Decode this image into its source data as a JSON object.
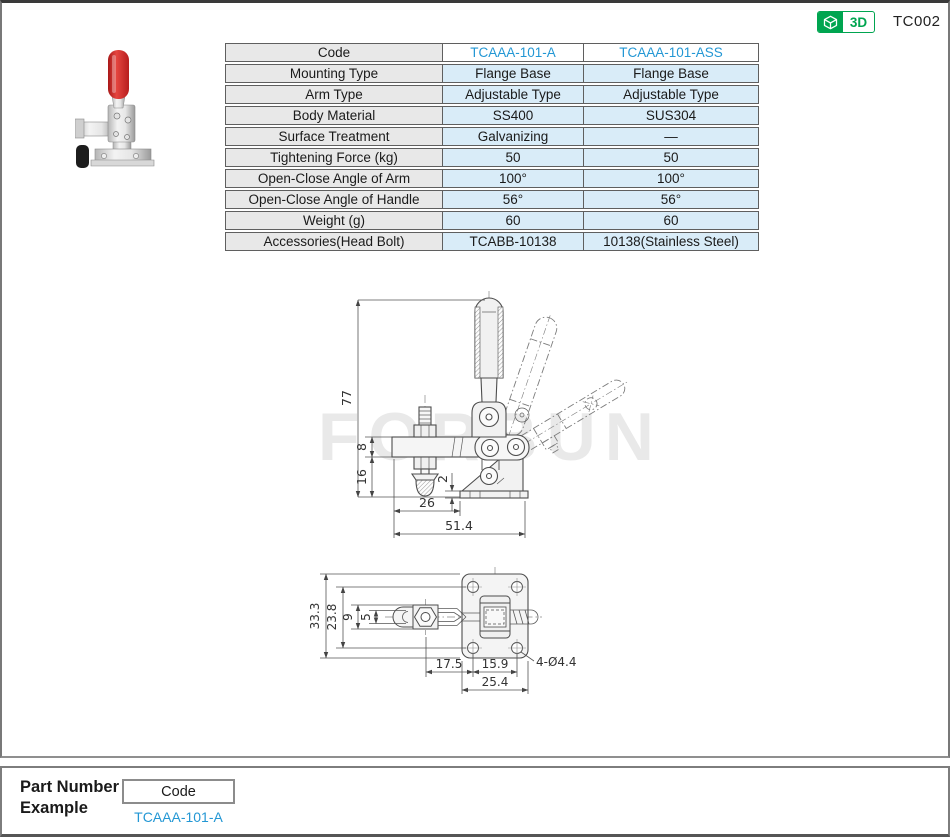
{
  "header": {
    "badge_3d": {
      "label": "3D"
    },
    "catalog_code": "TC002"
  },
  "spec_table": {
    "rows": [
      {
        "label": "Code",
        "v1": "TCAAA-101-A",
        "v2": "TCAAA-101-ASS"
      },
      {
        "label": "Mounting Type",
        "v1": "Flange Base",
        "v2": "Flange Base"
      },
      {
        "label": "Arm Type",
        "v1": "Adjustable Type",
        "v2": "Adjustable Type"
      },
      {
        "label": "Body Material",
        "v1": "SS400",
        "v2": "SUS304"
      },
      {
        "label": "Surface Treatment",
        "v1": "Galvanizing",
        "v2": "—"
      },
      {
        "label": "Tightening Force (kg)",
        "v1": "50",
        "v2": "50"
      },
      {
        "label": "Open-Close Angle of Arm",
        "v1": "100°",
        "v2": "100°"
      },
      {
        "label": "Open-Close  Angle of Handle",
        "v1": "56°",
        "v2": "56°"
      },
      {
        "label": "Weight (g)",
        "v1": "60",
        "v2": "60"
      },
      {
        "label": "Accessories(Head Bolt)",
        "v1": "TCABB-10138",
        "v2": "10138(Stainless Steel)"
      }
    ]
  },
  "drawings": {
    "watermark": "FORBUN",
    "front_view": {
      "dims": {
        "h77": "77",
        "h8": "8",
        "h16": "16",
        "d2": "2",
        "w26": "26",
        "w514": "51.4"
      }
    },
    "top_view": {
      "dims": {
        "h333": "33.3",
        "h238": "23.8",
        "h9": "9",
        "h5": "5",
        "w175": "17.5",
        "w159": "15.9",
        "w254": "25.4",
        "holes": "4-Ø4.4"
      }
    }
  },
  "part_number": {
    "title_line1": "Part Number",
    "title_line2": "Example",
    "box_label": "Code",
    "example_code": "TCAAA-101-A"
  },
  "colors": {
    "accent_blue": "#2397d4",
    "badge_green": "#00a550",
    "value_cell_blue": "#d9ecf8",
    "label_cell_gray": "#e8e8e8"
  }
}
